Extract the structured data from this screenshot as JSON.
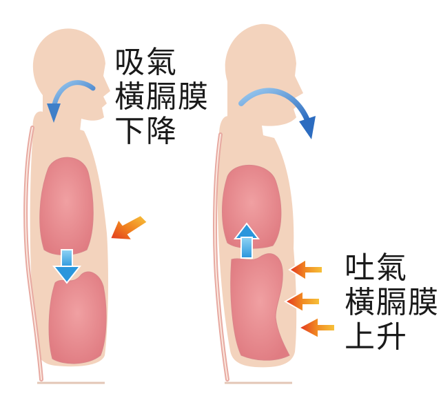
{
  "inhale": {
    "lines": [
      "吸氣",
      "橫膈膜",
      "下降"
    ]
  },
  "exhale": {
    "lines": [
      "吐氣",
      "橫膈膜",
      "上升"
    ]
  },
  "colors": {
    "skin": "#f3d3bd",
    "spine": "#e7a9a1",
    "organ": "#e98a8e",
    "airflow_arrow": "#3f7fc8",
    "diaphragm_arrow": "#3aa9e3",
    "force_arrow": "#f07f1f"
  },
  "icons": [
    "airflow-arrow-icon",
    "diaphragm-down-arrow-icon",
    "diaphragm-up-arrow-icon",
    "push-arrow-icon"
  ]
}
